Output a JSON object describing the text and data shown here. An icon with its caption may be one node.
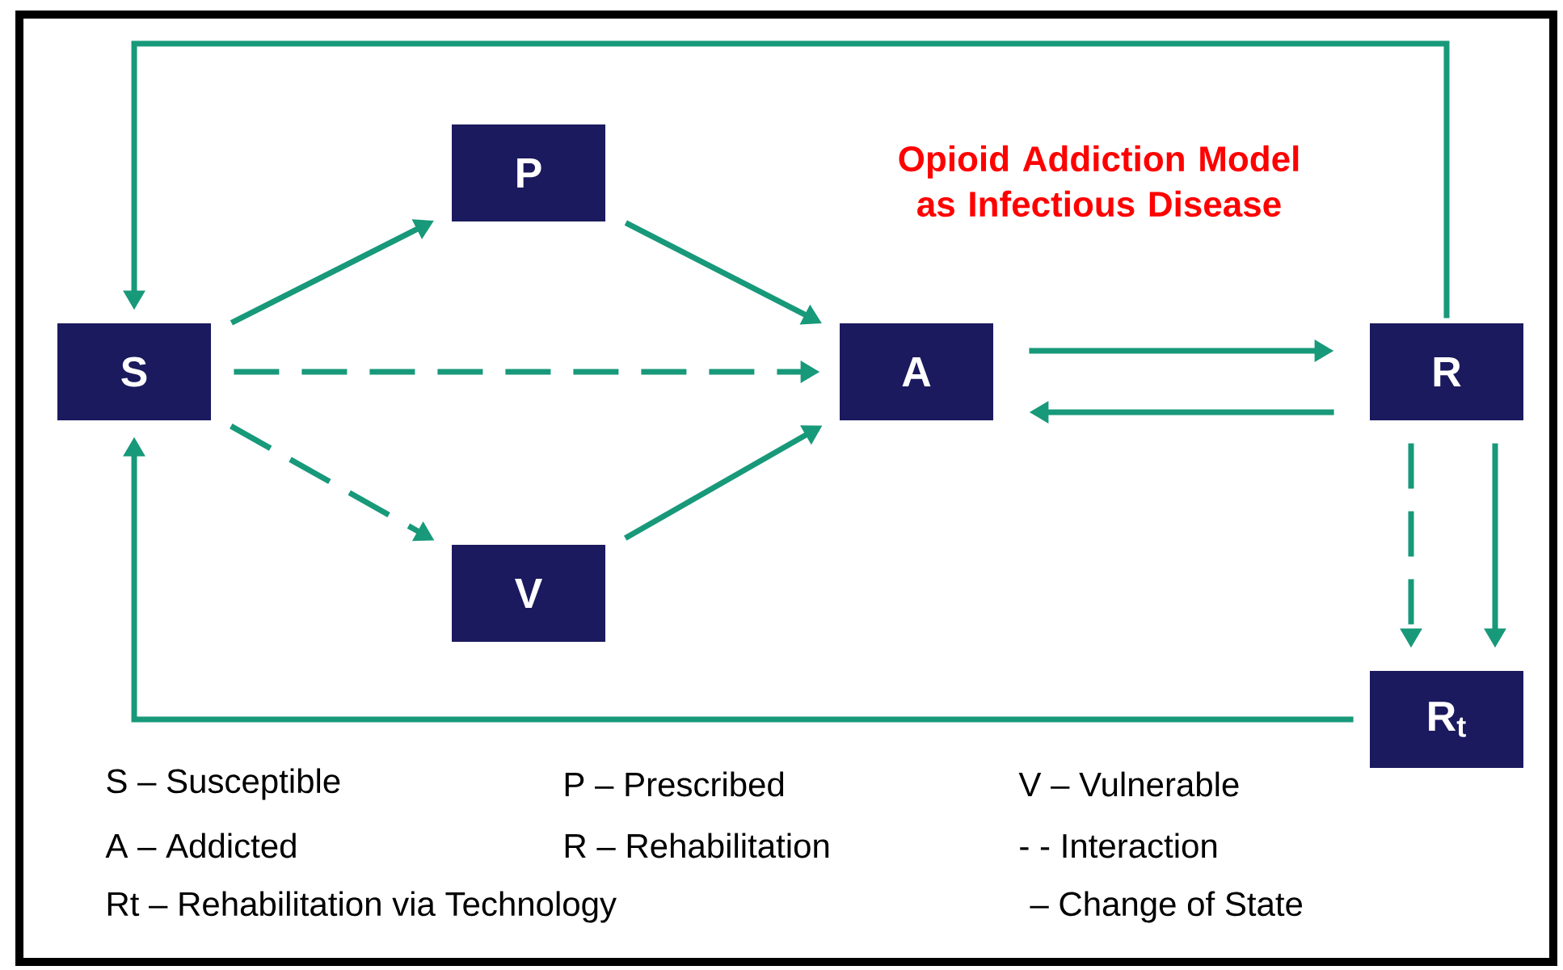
{
  "diagram": {
    "title": "Opioid Addiction Model as Infectious Disease",
    "nodes": [
      {
        "text": [
          "S"
        ]
      },
      {
        "text": [
          "P"
        ]
      },
      {
        "text": [
          "A"
        ]
      },
      {
        "text": [
          "R"
        ]
      },
      {
        "text": [
          "V"
        ]
      },
      {
        "text": [
          "R$_{t}$"
        ]
      }
    ],
    "edges": [
      {
        "from": 0,
        "to": 1,
        "arrow": "to"
      },
      {
        "from": 1,
        "to": 2,
        "arrow": "to"
      },
      {
        "from": 0,
        "to": 2,
        "arrow": "to",
        "style": "dashed"
      },
      {
        "from": 0,
        "to": 4,
        "arrow": "to",
        "style": "dashed"
      },
      {
        "from": 4,
        "to": 2,
        "arrow": "to"
      },
      {
        "from": 2,
        "to": 3,
        "arrow": "to"
      },
      {
        "from": 3,
        "to": 2,
        "arrow": "to"
      },
      {
        "from": 3,
        "to": 0,
        "arrow": "to"
      },
      {
        "from": 3,
        "to": 5,
        "arrow": "to",
        "style": "dashed"
      },
      {
        "from": 3,
        "to": 5,
        "arrow": "to"
      },
      {
        "from": 5,
        "to": 0,
        "arrow": "to"
      }
    ],
    "labels": [
      "S – Susceptible",
      "P – Prescribed",
      "V – Vulnerable",
      "A – Addicted",
      "R – Rehabilitation",
      "- - Interaction",
      "Rt – Rehabilitation via Technology",
      "– Change of State"
    ]
  }
}
